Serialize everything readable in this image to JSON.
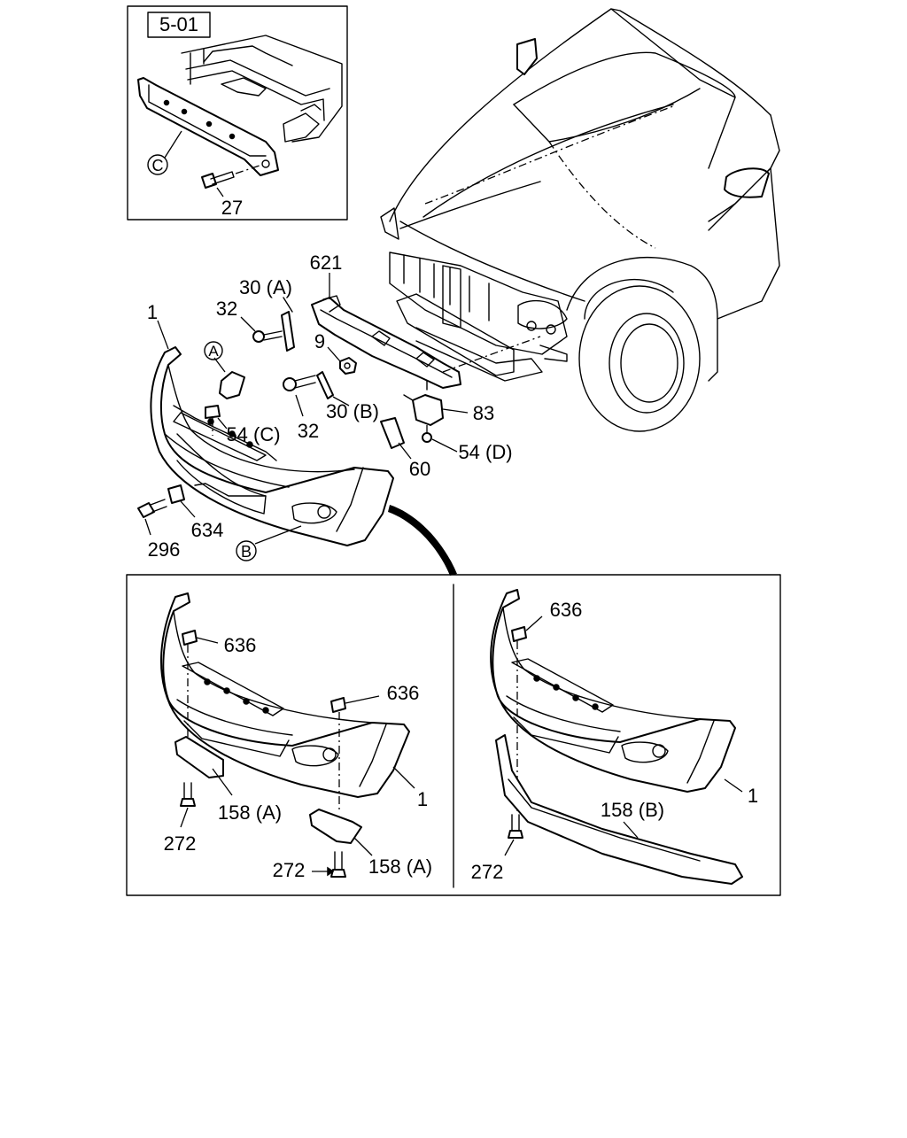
{
  "diagram": {
    "ref_box": "5-01",
    "callout_letters": {
      "a": "A",
      "b": "B",
      "c": "C"
    },
    "labels": {
      "p27": "27",
      "p621": "621",
      "p30a": "30 (A)",
      "p32a": "32",
      "p1": "1",
      "p9": "9",
      "p30b": "30 (B)",
      "p32b": "32",
      "p54c": "54 (C)",
      "p83": "83",
      "p54d": "54 (D)",
      "p60": "60",
      "p296": "296",
      "p634": "634"
    },
    "detail_left": {
      "p636a": "636",
      "p636b": "636",
      "p1": "1",
      "p158a1": "158 (A)",
      "p272a": "272",
      "p272b": "272",
      "p158a2": "158 (A)"
    },
    "detail_right": {
      "p636": "636",
      "p1": "1",
      "p158b": "158 (B)",
      "p272": "272"
    }
  }
}
